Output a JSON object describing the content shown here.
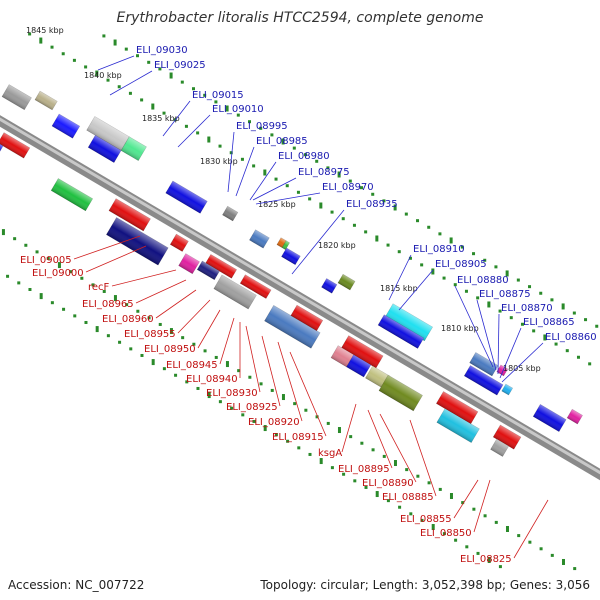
{
  "title": "Erythrobacter litoralis HTCC2594, complete genome",
  "footer": {
    "accession": "Accession: NC_007722",
    "summary": "Topology: circular; Length: 3,052,398 bp; Genes: 3,056"
  },
  "ruler": [
    "1845 kbp",
    "1840 kbp",
    "1835 kbp",
    "1830 kbp",
    "1825 kbp",
    "1820 kbp",
    "1815 kbp",
    "1810 kbp",
    "1805 kbp"
  ],
  "labels_top": [
    "ELI_09030",
    "ELI_09025",
    "ELI_09015",
    "ELI_09010",
    "ELI_08995",
    "ELI_08985",
    "ELI_08980",
    "ELI_08975",
    "ELI_08970",
    "ELI_08935",
    "ELI_08910",
    "ELI_08905",
    "ELI_08880",
    "ELI_08875",
    "ELI_08870",
    "ELI_08865",
    "ELI_08860"
  ],
  "labels_bottom": [
    "ELI_09005",
    "ELI_09000",
    "recF",
    "ELI_08965",
    "ELI_08960",
    "ELI_08955",
    "ELI_08950",
    "ELI_08945",
    "ELI_08940",
    "ELI_08930",
    "ELI_08925",
    "ELI_08920",
    "ELI_08915",
    "ksgA",
    "ELI_08895",
    "ELI_08890",
    "ELI_08885",
    "ELI_08855",
    "ELI_08850",
    "ELI_08825"
  ],
  "colors": {
    "backbone": "#8a8a8a",
    "forward_cds": "#1010e0",
    "reverse_cds": "#e01010",
    "label_top": "#1a1ab0",
    "label_bottom": "#c01010",
    "tick": "#2a8a2a"
  }
}
